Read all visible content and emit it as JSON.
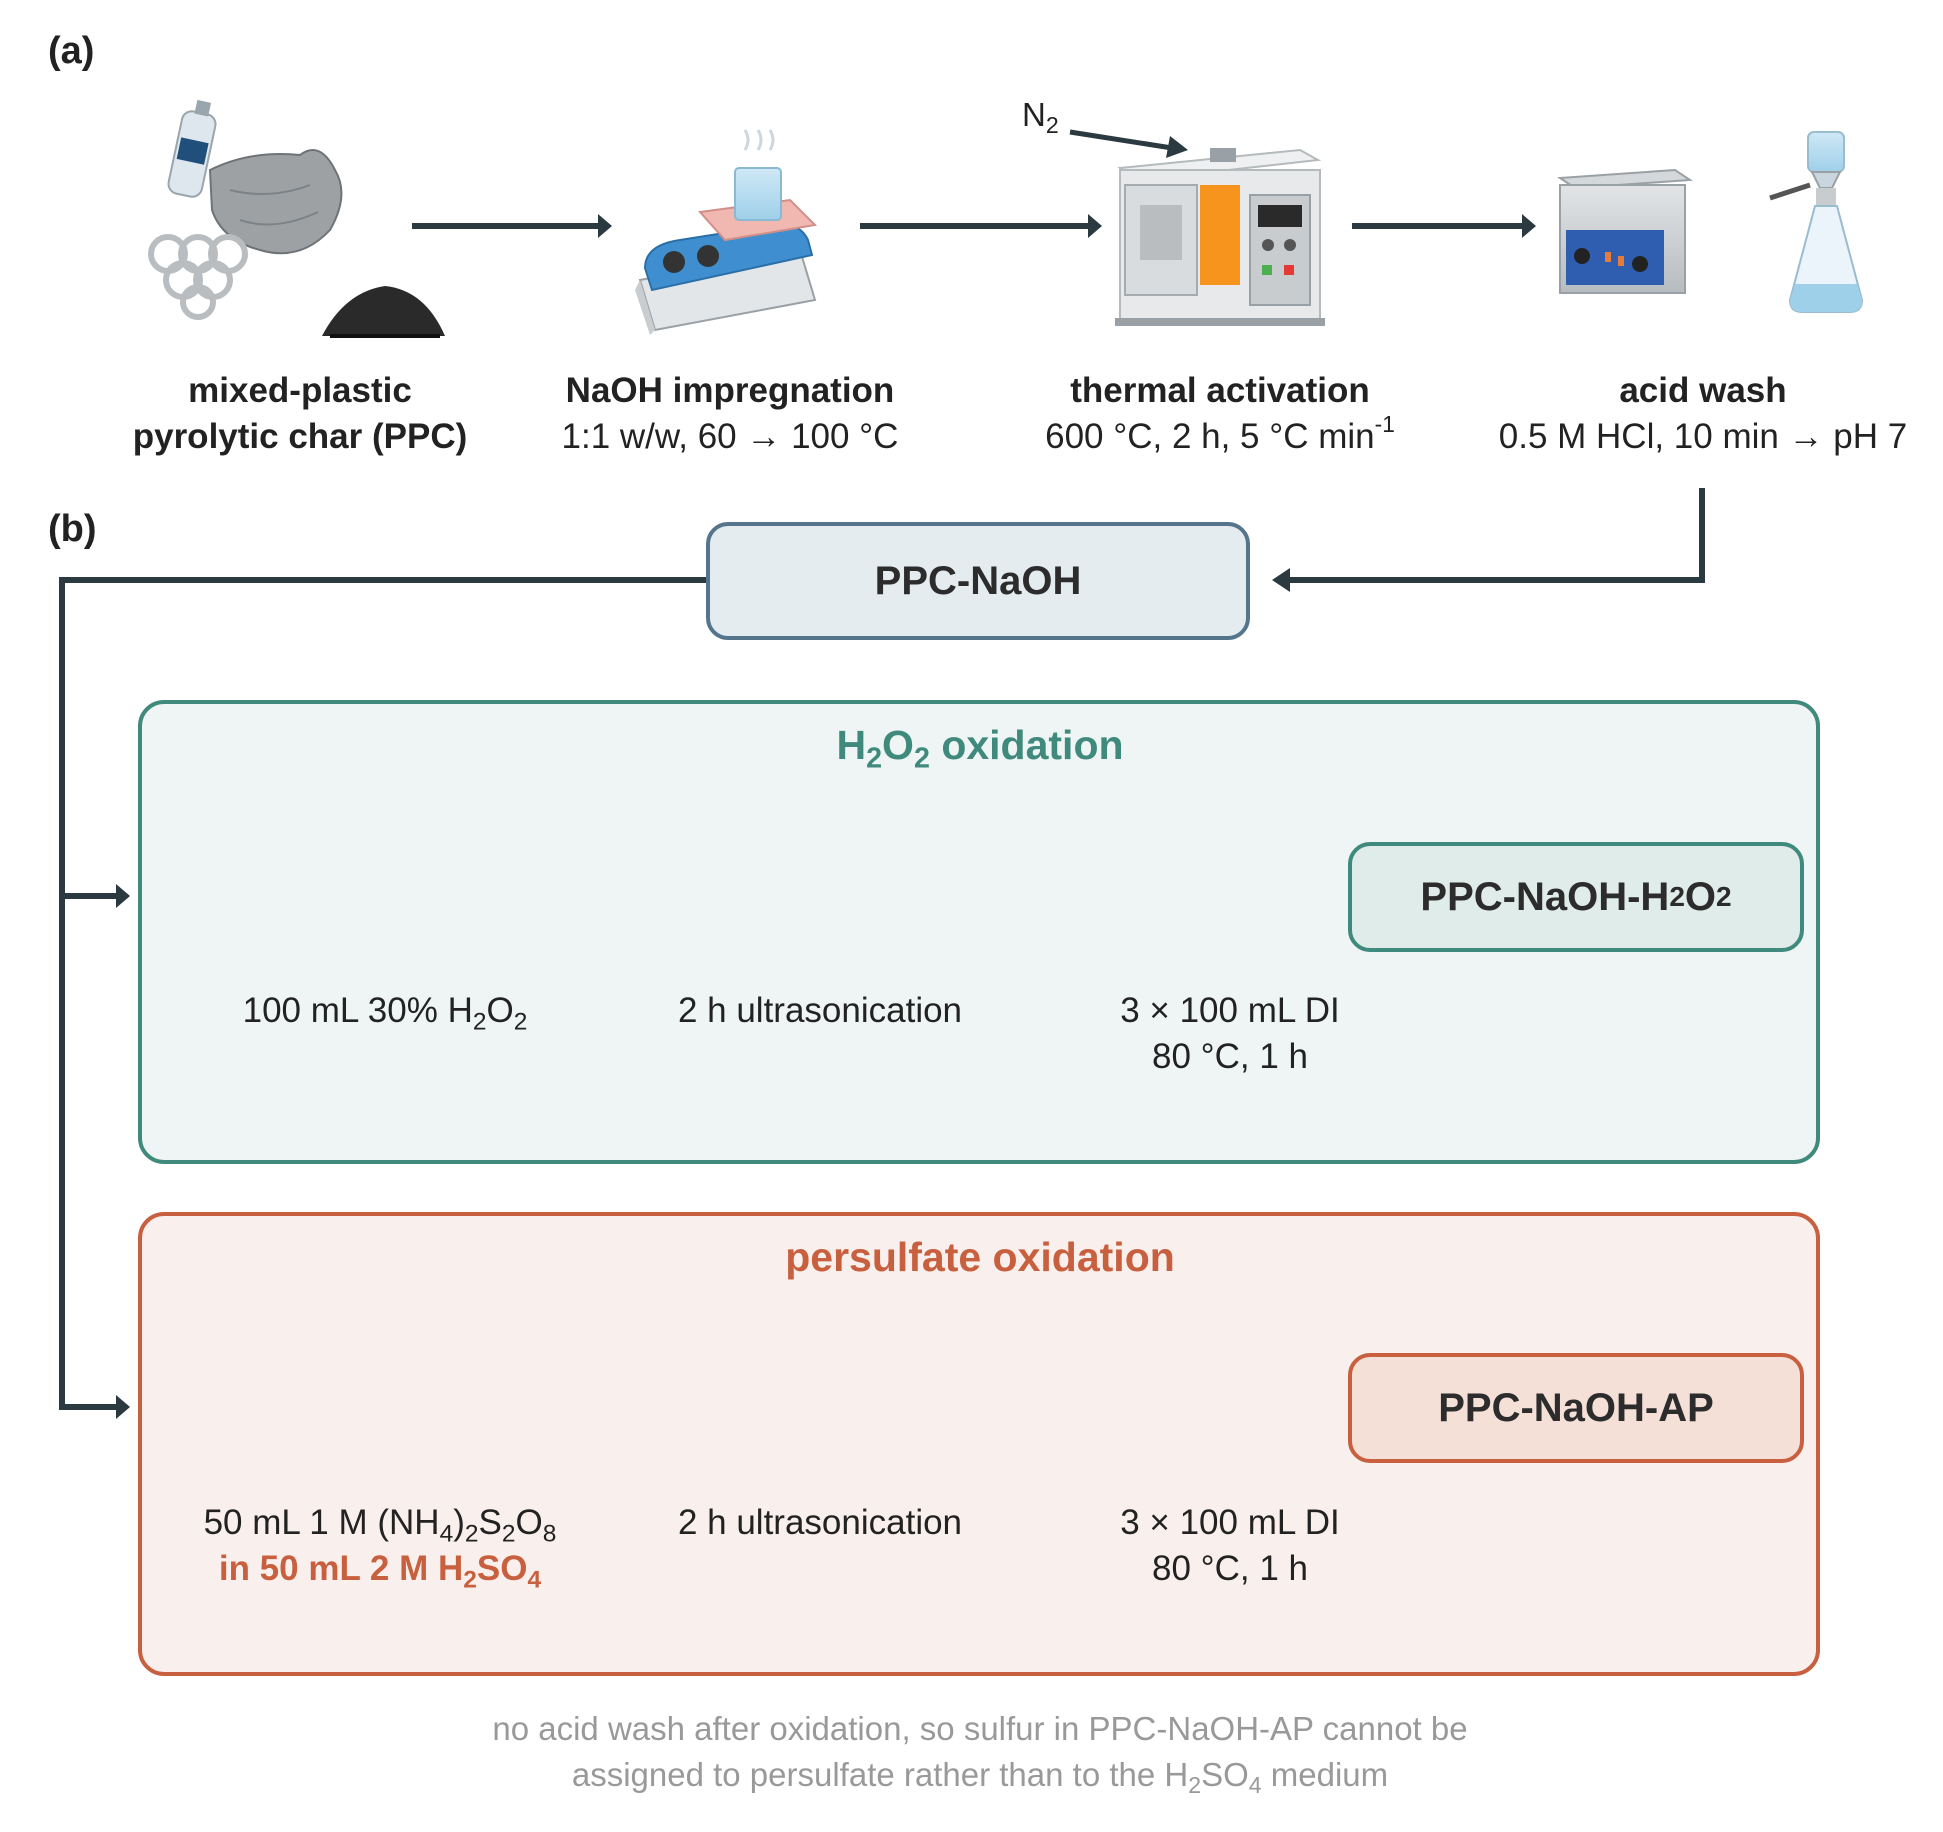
{
  "panels": {
    "a": "(a)",
    "b": "(b)"
  },
  "panel_a": {
    "steps": [
      {
        "title_1": "mixed-plastic",
        "title_2": "pyrolytic char (PPC)"
      },
      {
        "title": "NaOH impregnation",
        "detail": "1:1 w/w, 60 → 100 °C"
      },
      {
        "title": "thermal activation",
        "detail_main": "600 °C, 2 h, 5 °C min",
        "detail_sup": "-1"
      },
      {
        "title": "acid wash",
        "detail": "0.5 M HCl, 10 min → pH 7"
      }
    ],
    "n2_label": "N",
    "n2_sub": "2"
  },
  "panel_b": {
    "start_box": "PPC-NaOH",
    "h2o2_section": {
      "title_parts": [
        "H",
        "2",
        "O",
        "2",
        " oxidation"
      ],
      "reagent_parts": [
        "100 mL 30% H",
        "2",
        "O",
        "2"
      ],
      "sonication": "2 h ultrasonication",
      "wash_line1": "3 × 100 mL DI",
      "wash_line2": "80 °C, 1 h",
      "product_parts": [
        "PPC-NaOH-H",
        "2",
        "O",
        "2"
      ]
    },
    "persulfate_section": {
      "title": "persulfate oxidation",
      "reagent_line1_parts": [
        "50 mL 1 M (NH",
        "4",
        ")",
        "2",
        "S",
        "2",
        "O",
        "8"
      ],
      "reagent_line2_parts": [
        "in 50 mL 2 M H",
        "2",
        "SO",
        "4"
      ],
      "sonication": "2 h ultrasonication",
      "wash_line1": "3 × 100 mL DI",
      "wash_line2": "80 °C, 1 h",
      "product": "PPC-NaOH-AP"
    },
    "note_line1": "no acid wash after oxidation, so sulfur in PPC-NaOH-AP cannot be",
    "note_line2_parts": [
      "assigned to persulfate rather than to the H",
      "2",
      "SO",
      "4",
      " medium"
    ]
  },
  "colors": {
    "arrow": "#2b3a40",
    "start_box_border": "#55758c",
    "start_box_fill": "#e4ecef",
    "h2o2_border": "#3f8a7d",
    "h2o2_fill": "#eff5f4",
    "h2o2_title": "#3f8a7d",
    "h2o2_product_fill": "#dfece9",
    "persulfate_border": "#c8603f",
    "persulfate_fill": "#f9efec",
    "persulfate_title": "#c8603f",
    "persulfate_product_fill": "#f5e0d8",
    "note_text": "#999999"
  },
  "icons": [
    "plastic-waste-icon",
    "char-pile-icon",
    "hotplate-stirrer-icon",
    "tube-furnace-icon",
    "ultrasonic-bath-icon",
    "vacuum-filtration-flask-icon",
    "dropper-bottle-icon",
    "reagent-bottle-icon"
  ]
}
